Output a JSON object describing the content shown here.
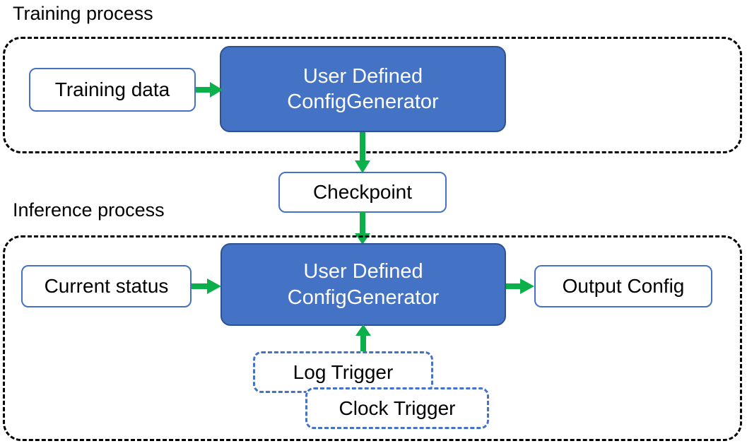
{
  "diagram": {
    "title_training": "Training process",
    "title_inference": "Inference process",
    "colors": {
      "node_fill_blue": "#4472C4",
      "node_border_blue": "#4472C4",
      "node_border_dark_blue": "#2F528F",
      "arrow_green": "#0CB04A",
      "container_border": "#000000",
      "text_dark": "#000000",
      "text_light": "#FFFFFF",
      "background": "#FFFFFF"
    },
    "training": {
      "input_box": "Training data",
      "generator_line1": "User Defined",
      "generator_line2": "ConfigGenerator"
    },
    "checkpoint": {
      "label": "Checkpoint"
    },
    "inference": {
      "input_box": "Current status",
      "generator_line1": "User Defined",
      "generator_line2": "ConfigGenerator",
      "output_box": "Output Config",
      "trigger_log": "Log Trigger",
      "trigger_clock": "Clock Trigger"
    },
    "edges": [
      {
        "from": "Training data",
        "to": "User Defined ConfigGenerator (training)",
        "style": "solid-green-arrow"
      },
      {
        "from": "User Defined ConfigGenerator (training)",
        "to": "Checkpoint",
        "style": "solid-green-arrow"
      },
      {
        "from": "Checkpoint",
        "to": "User Defined ConfigGenerator (inference)",
        "style": "solid-green-arrow"
      },
      {
        "from": "Current status",
        "to": "User Defined ConfigGenerator (inference)",
        "style": "solid-green-arrow"
      },
      {
        "from": "User Defined ConfigGenerator (inference)",
        "to": "Output Config",
        "style": "solid-green-arrow"
      },
      {
        "from": "Log Trigger / Clock Trigger",
        "to": "User Defined ConfigGenerator (inference)",
        "style": "solid-green-arrow"
      }
    ]
  }
}
